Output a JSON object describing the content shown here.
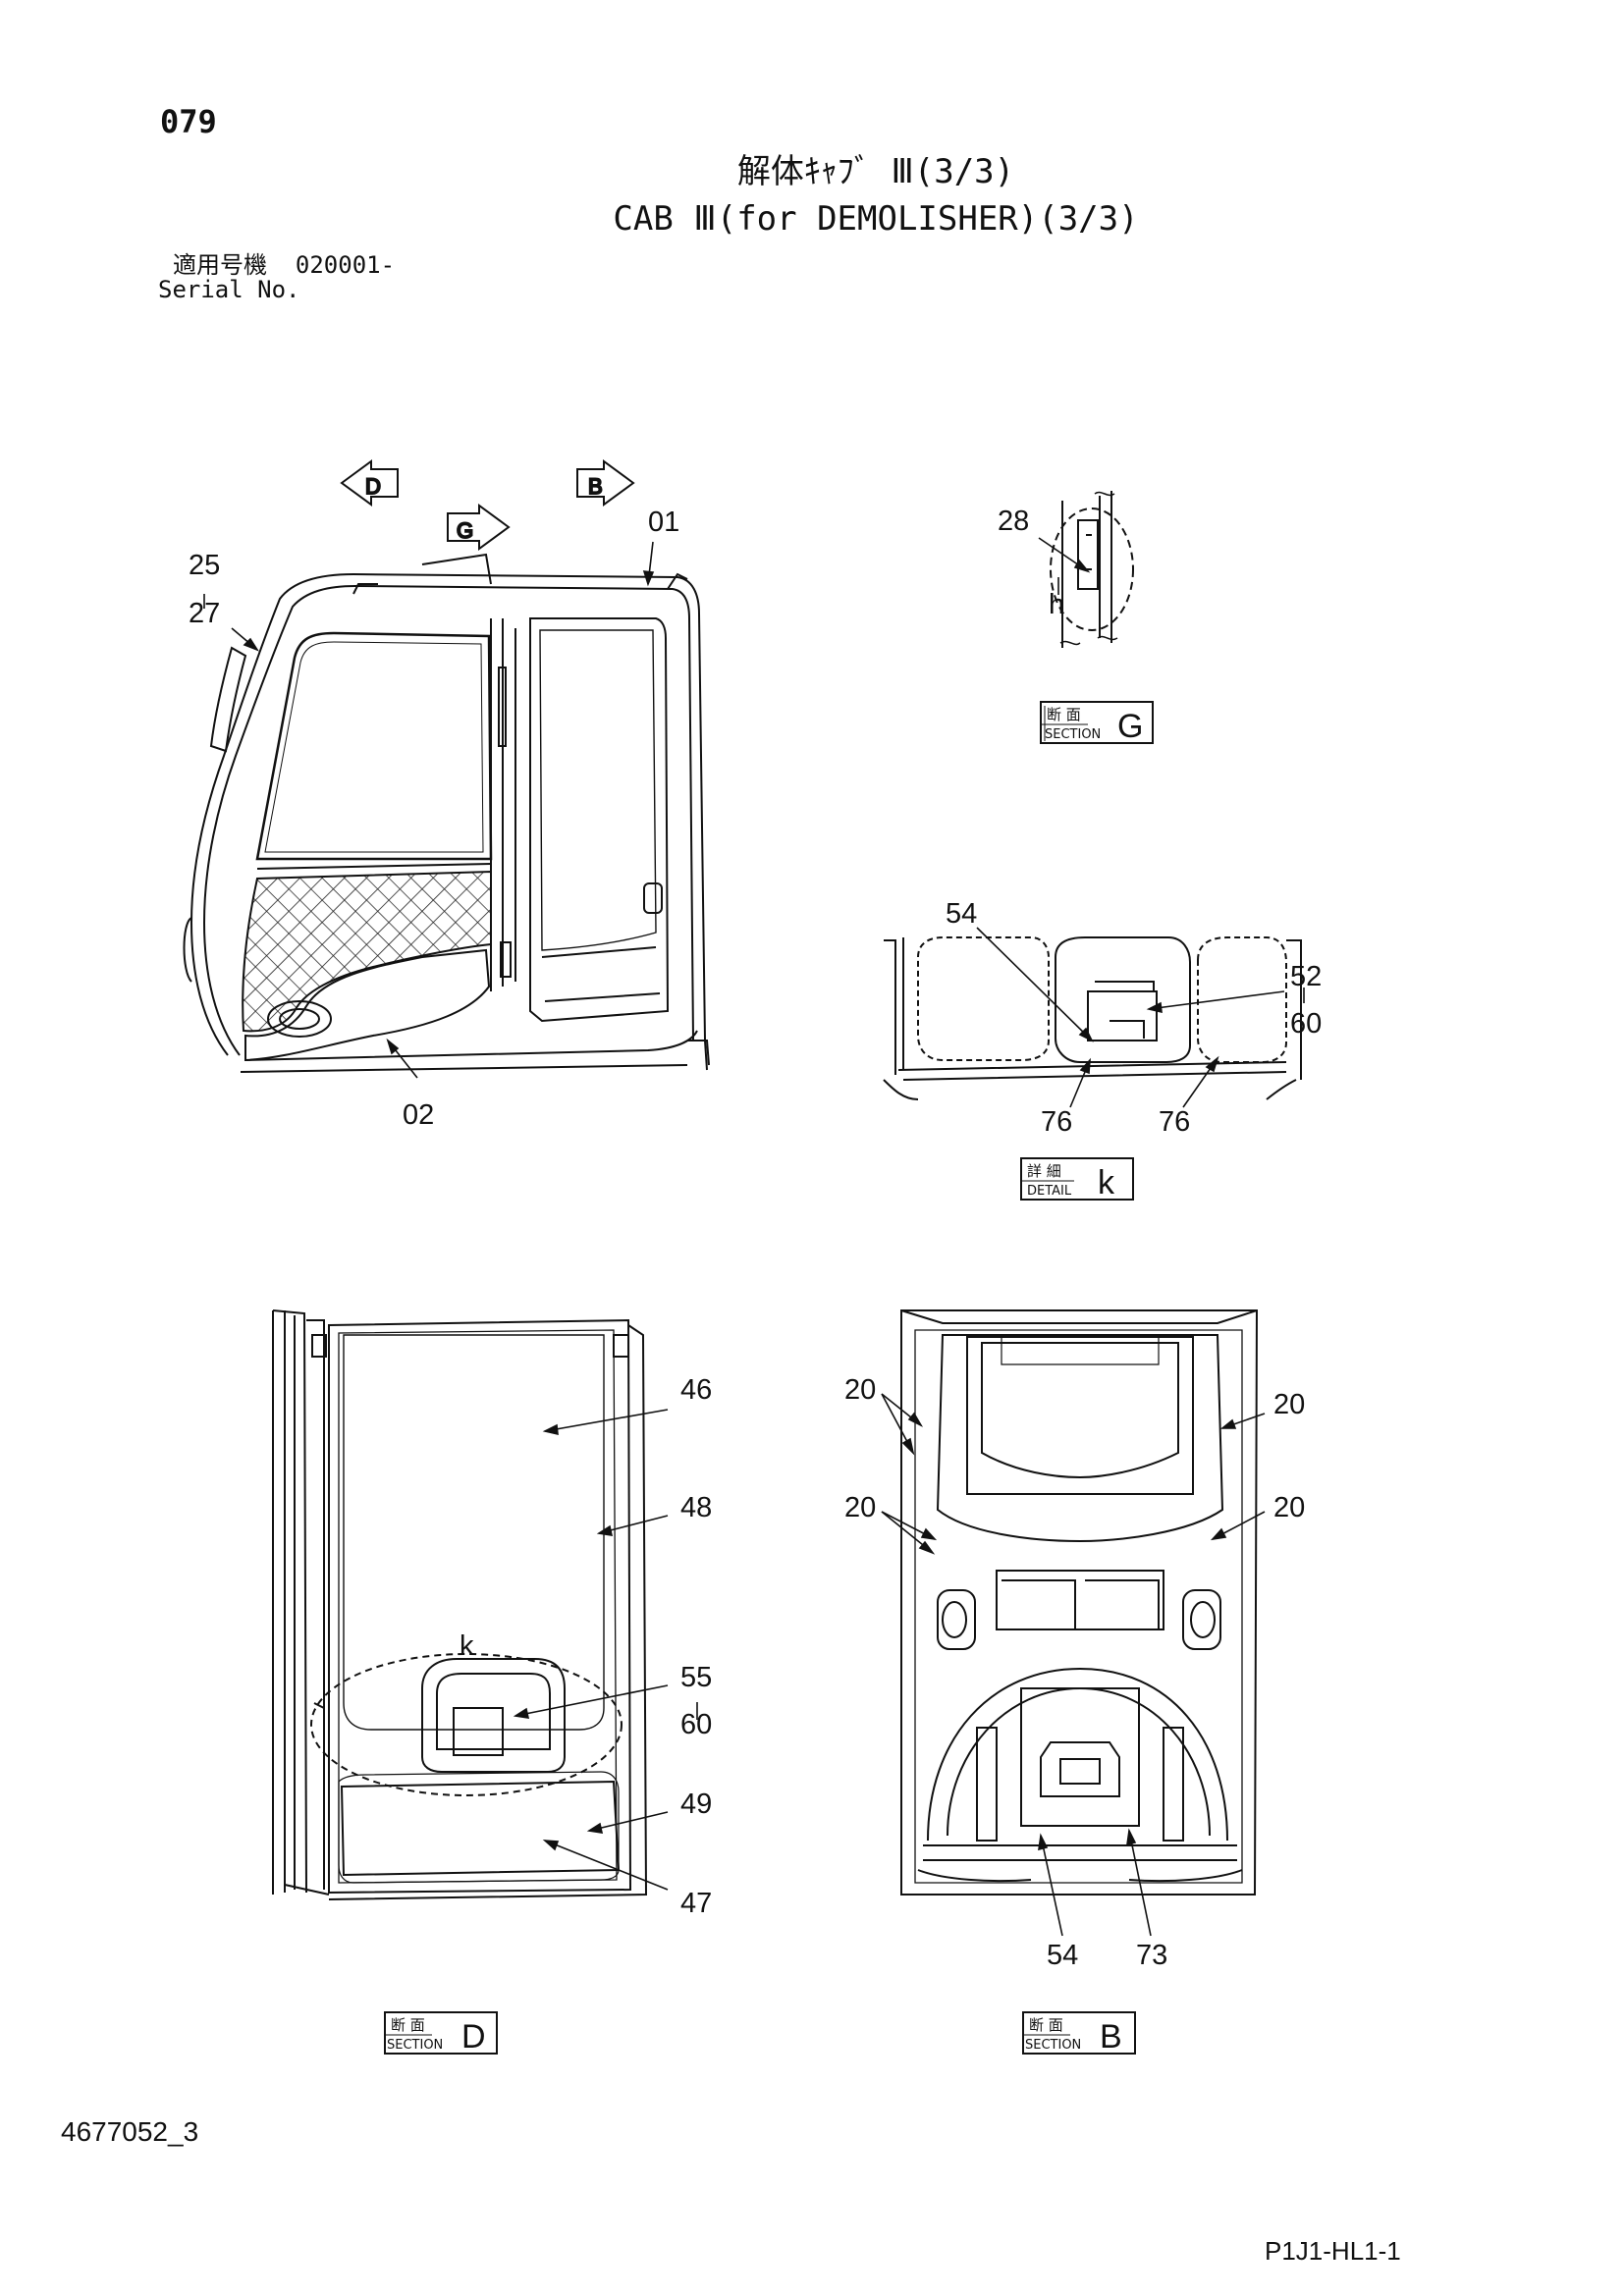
{
  "page_number": "079",
  "title_jp": "解体ｷｬﾌﾞ Ⅲ(3/3)",
  "title_en": "CAB Ⅲ(for DEMOLISHER)(3/3)",
  "serial": {
    "label_jp": "適用号機",
    "value": "020001-",
    "label_en": "Serial No."
  },
  "view_arrows": {
    "d": "D",
    "g": "G",
    "b": "B"
  },
  "callouts": {
    "c01": "01",
    "c02": "02",
    "c25": "25",
    "c27": "27",
    "c28": "28",
    "h": "h",
    "c54a": "54",
    "c52": "52",
    "c60a": "60",
    "c76a": "76",
    "c76b": "76",
    "c46": "46",
    "c48": "48",
    "k": "k",
    "c55": "55",
    "c60b": "60",
    "c49": "49",
    "c47": "47",
    "c20a": "20",
    "c20b": "20",
    "c20c": "20",
    "c20d": "20",
    "c54b": "54",
    "c73": "73"
  },
  "labels": {
    "section_g": {
      "jp": "断 面",
      "en": "SECTION",
      "letter": "G"
    },
    "detail_k": {
      "jp": "詳 細",
      "en": "DETAIL",
      "letter": "k"
    },
    "section_d": {
      "jp": "断 面",
      "en": "SECTION",
      "letter": "D"
    },
    "section_b": {
      "jp": "断 面",
      "en": "SECTION",
      "letter": "B"
    }
  },
  "drawing_number": "4677052_3",
  "page_code": "P1J1-HL1-1"
}
